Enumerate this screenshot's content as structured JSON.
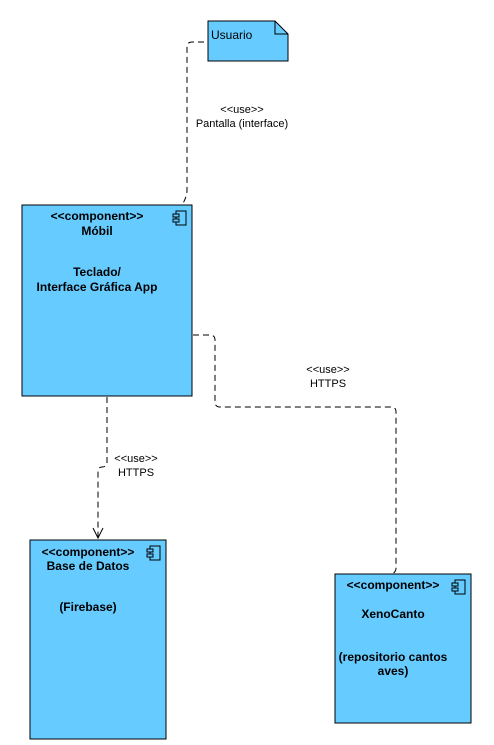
{
  "colors": {
    "fill": "#66ccff",
    "stroke": "#000000",
    "connector": "#000000"
  },
  "note": {
    "label": "Usuario"
  },
  "components": {
    "mobil": {
      "stereotype": "<<component>>",
      "name": "Móbil",
      "desc_line1": "Teclado/",
      "desc_line2": "Interface Gráfica App"
    },
    "database": {
      "stereotype": "<<component>>",
      "name": "Base de Datos",
      "desc_line1": "(Firebase)"
    },
    "xenocanto": {
      "stereotype": "<<component>>",
      "name": "XenoCanto",
      "desc_line1": "(repositorio cantos",
      "desc_line2": "aves)"
    }
  },
  "edges": {
    "user_mobil": {
      "stereotype": "<<use>>",
      "label": "Pantalla (interface)"
    },
    "mobil_database": {
      "stereotype": "<<use>>",
      "label": "HTTPS"
    },
    "mobil_xenocanto": {
      "stereotype": "<<use>>",
      "label": "HTTPS"
    }
  }
}
